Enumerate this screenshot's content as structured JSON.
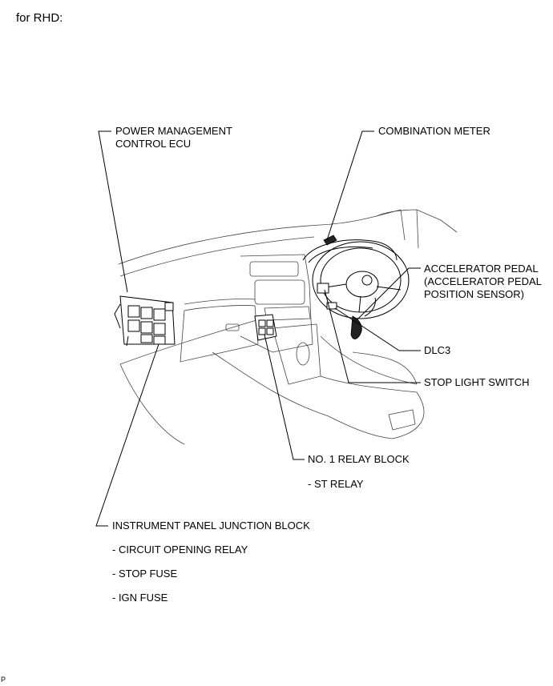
{
  "header": "for RHD:",
  "footer_code": "P",
  "callouts": {
    "power_management": [
      "POWER MANAGEMENT",
      "CONTROL ECU"
    ],
    "combination_meter": "COMBINATION METER",
    "accelerator_pedal": [
      "ACCELERATOR PEDAL",
      "(ACCELERATOR PEDAL",
      "POSITION SENSOR)"
    ],
    "dlc3": "DLC3",
    "stop_light_switch": "STOP LIGHT SWITCH",
    "relay_block": "NO. 1 RELAY BLOCK",
    "relay_block_items": [
      "- ST RELAY"
    ],
    "junction_block": "INSTRUMENT PANEL JUNCTION BLOCK",
    "junction_block_items": [
      "- CIRCUIT OPENING RELAY",
      "- STOP FUSE",
      "- IGN FUSE"
    ]
  }
}
